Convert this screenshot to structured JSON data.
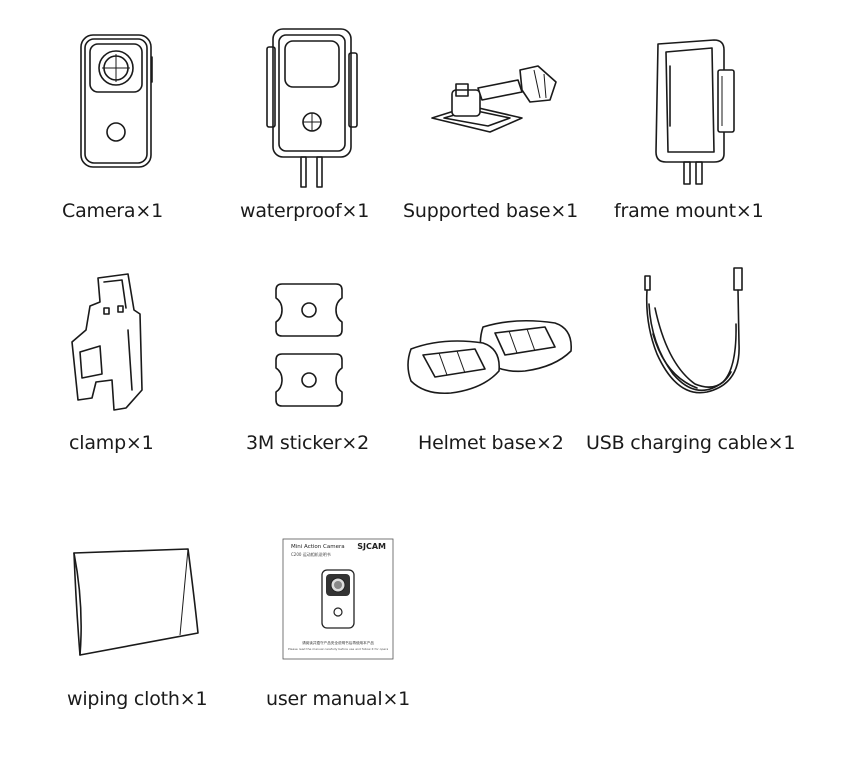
{
  "items": [
    {
      "label": "Camera×1",
      "icon": "camera-icon"
    },
    {
      "label": "waterproof×1",
      "icon": "waterproof-case-icon"
    },
    {
      "label": "Supported base×1",
      "icon": "supported-base-icon"
    },
    {
      "label": "frame mount×1",
      "icon": "frame-mount-icon"
    },
    {
      "label": "clamp×1",
      "icon": "clamp-icon"
    },
    {
      "label": "3M sticker×2",
      "icon": "sticker-icon"
    },
    {
      "label": "Helmet base×2",
      "icon": "helmet-base-icon"
    },
    {
      "label": "USB charging cable×1",
      "icon": "usb-cable-icon"
    },
    {
      "label": "wiping cloth×1",
      "icon": "wiping-cloth-icon"
    },
    {
      "label": "user manual×1",
      "icon": "user-manual-icon"
    }
  ],
  "manual": {
    "title": "Mini Action Camera",
    "model": "C200 运动相机说明书",
    "brand": "SJCAM",
    "footer_cn": "请阅读并遵守产品安全说明书后再使用本产品",
    "footer_en": "Please read the manual carefully before use and follow it for operation"
  }
}
